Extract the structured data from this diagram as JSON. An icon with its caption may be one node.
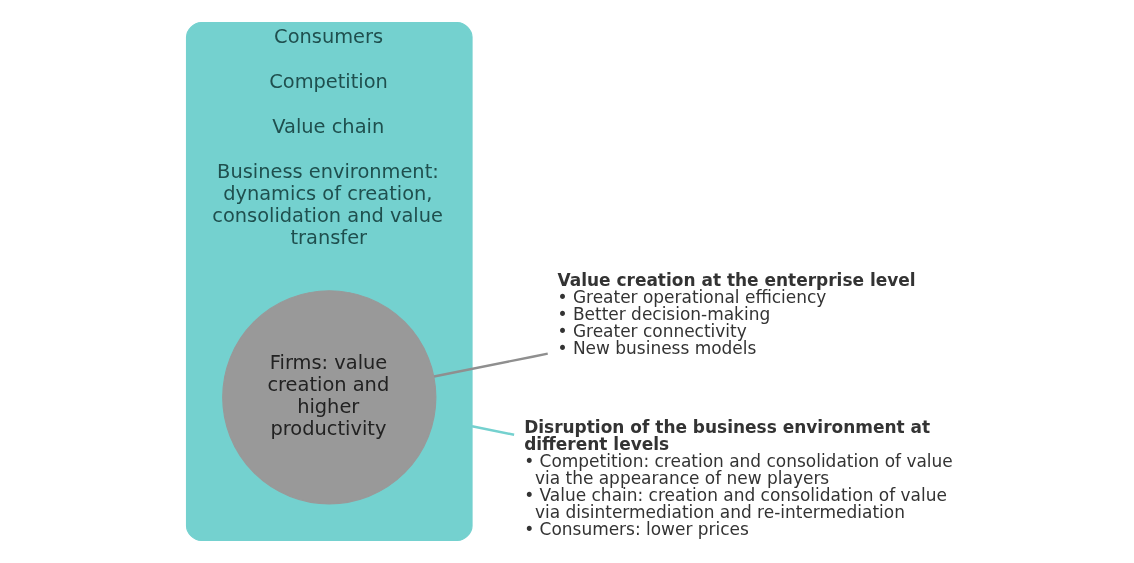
{
  "diagram": {
    "nodes": [
      {
        "text": [
          "Consumers",
          "Competition",
          "Value chain",
          "Business environment: dynamics of creation, consolidation and value transfer"
        ]
      },
      {
        "text": [
          "Firms: value creation and higher productivity"
        ],
        "in": 0
      },
      {
        "text": [
          "Value creation at the enterprise level",
          "• Greater operational efficiency",
          "• Better decision-making",
          "• Greater connectivity",
          "• New business models"
        ]
      },
      {
        "text": [
          "Disruption of the business environment at different levels",
          "• Competition: creation and consolidation of value via the appearance of new players",
          "• Value chain: creation and consolidation of value via disintermediation and re-intermediation",
          "• Consumers: lower prices"
        ]
      }
    ],
    "edges": [
      {
        "from": 1,
        "to": 2,
        "arrow": "none",
        "color": "#8f8f8f"
      },
      {
        "from": 0,
        "to": 3,
        "arrow": "none",
        "color": "#74d1cf"
      }
    ]
  }
}
